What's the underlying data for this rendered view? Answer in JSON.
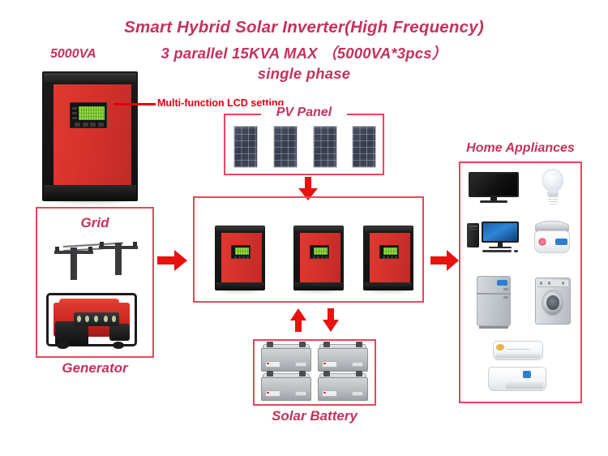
{
  "title": {
    "line1": "Smart Hybrid Solar Inverter(High Frequency)",
    "line2": "3 parallel 15KVA MAX （5000VA*3pcs）",
    "line3": "single phase"
  },
  "labels": {
    "capacity": "5000VA",
    "lcd_callout": "Multi-function LCD setting",
    "pv_panel": "PV Panel",
    "grid": "Grid",
    "generator": "Generator",
    "solar_battery": "Solar Battery",
    "home_appliances": "Home Appliances"
  },
  "colors": {
    "title_red": "#c4325c",
    "box_border": "#e8455f",
    "arrow_red": "#e8120f",
    "callout_red": "#e00012",
    "inverter_face": "#d6322c",
    "lcd_green": "#8ddc3c"
  },
  "pv_panels": [
    {
      "name": "pv-panel-1"
    },
    {
      "name": "pv-panel-2"
    },
    {
      "name": "pv-panel-3"
    },
    {
      "name": "pv-panel-4"
    }
  ],
  "inverters": [
    {
      "name": "inverter-unit-1"
    },
    {
      "name": "inverter-unit-2"
    },
    {
      "name": "inverter-unit-3"
    }
  ],
  "batteries": [
    {
      "name": "battery-1"
    },
    {
      "name": "battery-2"
    },
    {
      "name": "battery-3"
    },
    {
      "name": "battery-4"
    }
  ],
  "appliances": [
    {
      "name": "television"
    },
    {
      "name": "led-bulb"
    },
    {
      "name": "desktop-computer"
    },
    {
      "name": "rice-cooker"
    },
    {
      "name": "refrigerator"
    },
    {
      "name": "washing-machine"
    },
    {
      "name": "air-conditioner-1"
    },
    {
      "name": "air-conditioner-2"
    }
  ],
  "arrows": [
    {
      "name": "arrow-pv-to-inverter",
      "direction": "down"
    },
    {
      "name": "arrow-grid-to-inverter",
      "direction": "right"
    },
    {
      "name": "arrow-inverter-to-appliances",
      "direction": "right"
    },
    {
      "name": "arrow-battery-charge",
      "direction": "up"
    },
    {
      "name": "arrow-battery-discharge",
      "direction": "down"
    }
  ]
}
